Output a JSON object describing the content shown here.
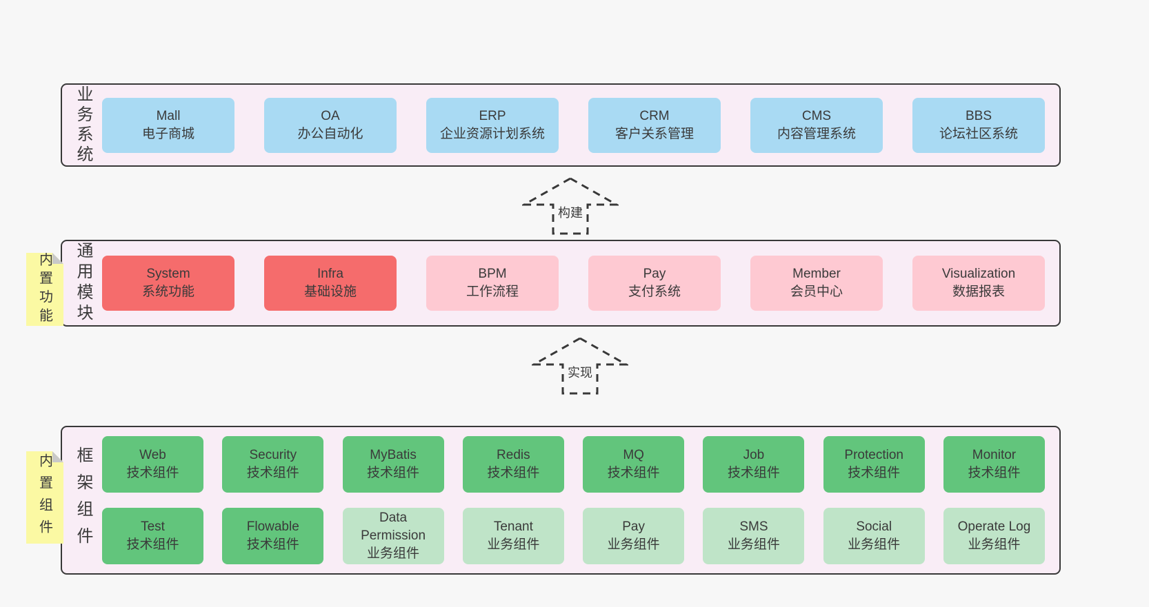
{
  "colors": {
    "canvas_bg": "#f7f7f7",
    "container_bg": "#f9edf6",
    "border": "#383838",
    "text": "#3a3a3a",
    "blue": "#a9daf3",
    "red": "#f56c6c",
    "pink": "#fec9d2",
    "green": "#62c57c",
    "light_green": "#bfe4c8",
    "note_yellow": "#fbf9a3",
    "note_fold": "#c9c9c9"
  },
  "arrows": [
    {
      "label": "构建"
    },
    {
      "label": "实现"
    }
  ],
  "tiers": [
    {
      "id": "business-systems",
      "label": "业务系统",
      "note": "",
      "rows": [
        [
          {
            "name": "Mall",
            "subtitle": "电子商城",
            "variant": "blue"
          },
          {
            "name": "OA",
            "subtitle": "办公自动化",
            "variant": "blue"
          },
          {
            "name": "ERP",
            "subtitle": "企业资源计划系统",
            "variant": "blue"
          },
          {
            "name": "CRM",
            "subtitle": "客户关系管理",
            "variant": "blue"
          },
          {
            "name": "CMS",
            "subtitle": "内容管理系统",
            "variant": "blue"
          },
          {
            "name": "BBS",
            "subtitle": "论坛社区系统",
            "variant": "blue"
          }
        ]
      ]
    },
    {
      "id": "common-modules",
      "label": "通用模块",
      "note": "内置功能",
      "rows": [
        [
          {
            "name": "System",
            "subtitle": "系统功能",
            "variant": "red"
          },
          {
            "name": "Infra",
            "subtitle": "基础设施",
            "variant": "red"
          },
          {
            "name": "BPM",
            "subtitle": "工作流程",
            "variant": "pink"
          },
          {
            "name": "Pay",
            "subtitle": "支付系统",
            "variant": "pink"
          },
          {
            "name": "Member",
            "subtitle": "会员中心",
            "variant": "pink"
          },
          {
            "name": "Visualization",
            "subtitle": "数据报表",
            "variant": "pink"
          }
        ]
      ]
    },
    {
      "id": "framework-components",
      "label": "框架组件",
      "note": "内置组件",
      "rows": [
        [
          {
            "name": "Web",
            "subtitle": "技术组件",
            "variant": "green"
          },
          {
            "name": "Security",
            "subtitle": "技术组件",
            "variant": "green"
          },
          {
            "name": "MyBatis",
            "subtitle": "技术组件",
            "variant": "green"
          },
          {
            "name": "Redis",
            "subtitle": "技术组件",
            "variant": "green"
          },
          {
            "name": "MQ",
            "subtitle": "技术组件",
            "variant": "green"
          },
          {
            "name": "Job",
            "subtitle": "技术组件",
            "variant": "green"
          },
          {
            "name": "Protection",
            "subtitle": "技术组件",
            "variant": "green"
          },
          {
            "name": "Monitor",
            "subtitle": "技术组件",
            "variant": "green"
          }
        ],
        [
          {
            "name": "Test",
            "subtitle": "技术组件",
            "variant": "green"
          },
          {
            "name": "Flowable",
            "subtitle": "技术组件",
            "variant": "green"
          },
          {
            "name": "Data Permission",
            "subtitle": "业务组件",
            "variant": "lightgreen"
          },
          {
            "name": "Tenant",
            "subtitle": "业务组件",
            "variant": "lightgreen"
          },
          {
            "name": "Pay",
            "subtitle": "业务组件",
            "variant": "lightgreen"
          },
          {
            "name": "SMS",
            "subtitle": "业务组件",
            "variant": "lightgreen"
          },
          {
            "name": "Social",
            "subtitle": "业务组件",
            "variant": "lightgreen"
          },
          {
            "name": "Operate Log",
            "subtitle": "业务组件",
            "variant": "lightgreen"
          }
        ]
      ]
    }
  ]
}
